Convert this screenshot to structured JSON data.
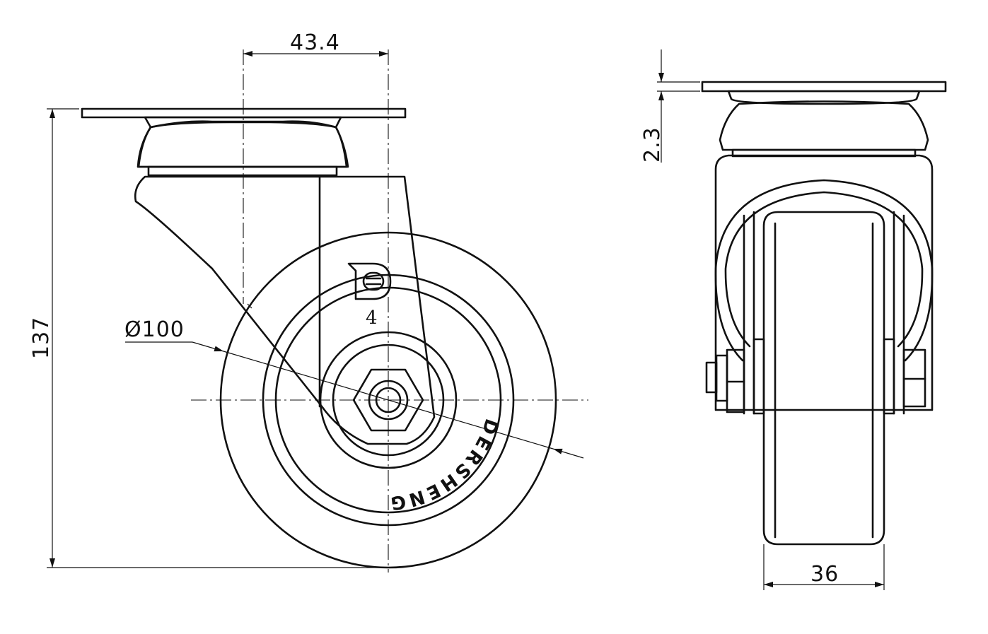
{
  "dimensions": {
    "offset": "43.4",
    "height": "137",
    "diameter": "Ø100",
    "plate_thickness": "2.3",
    "wheel_width": "36"
  },
  "markings": {
    "brand_text": "DERSHENG",
    "model_number": "4"
  }
}
